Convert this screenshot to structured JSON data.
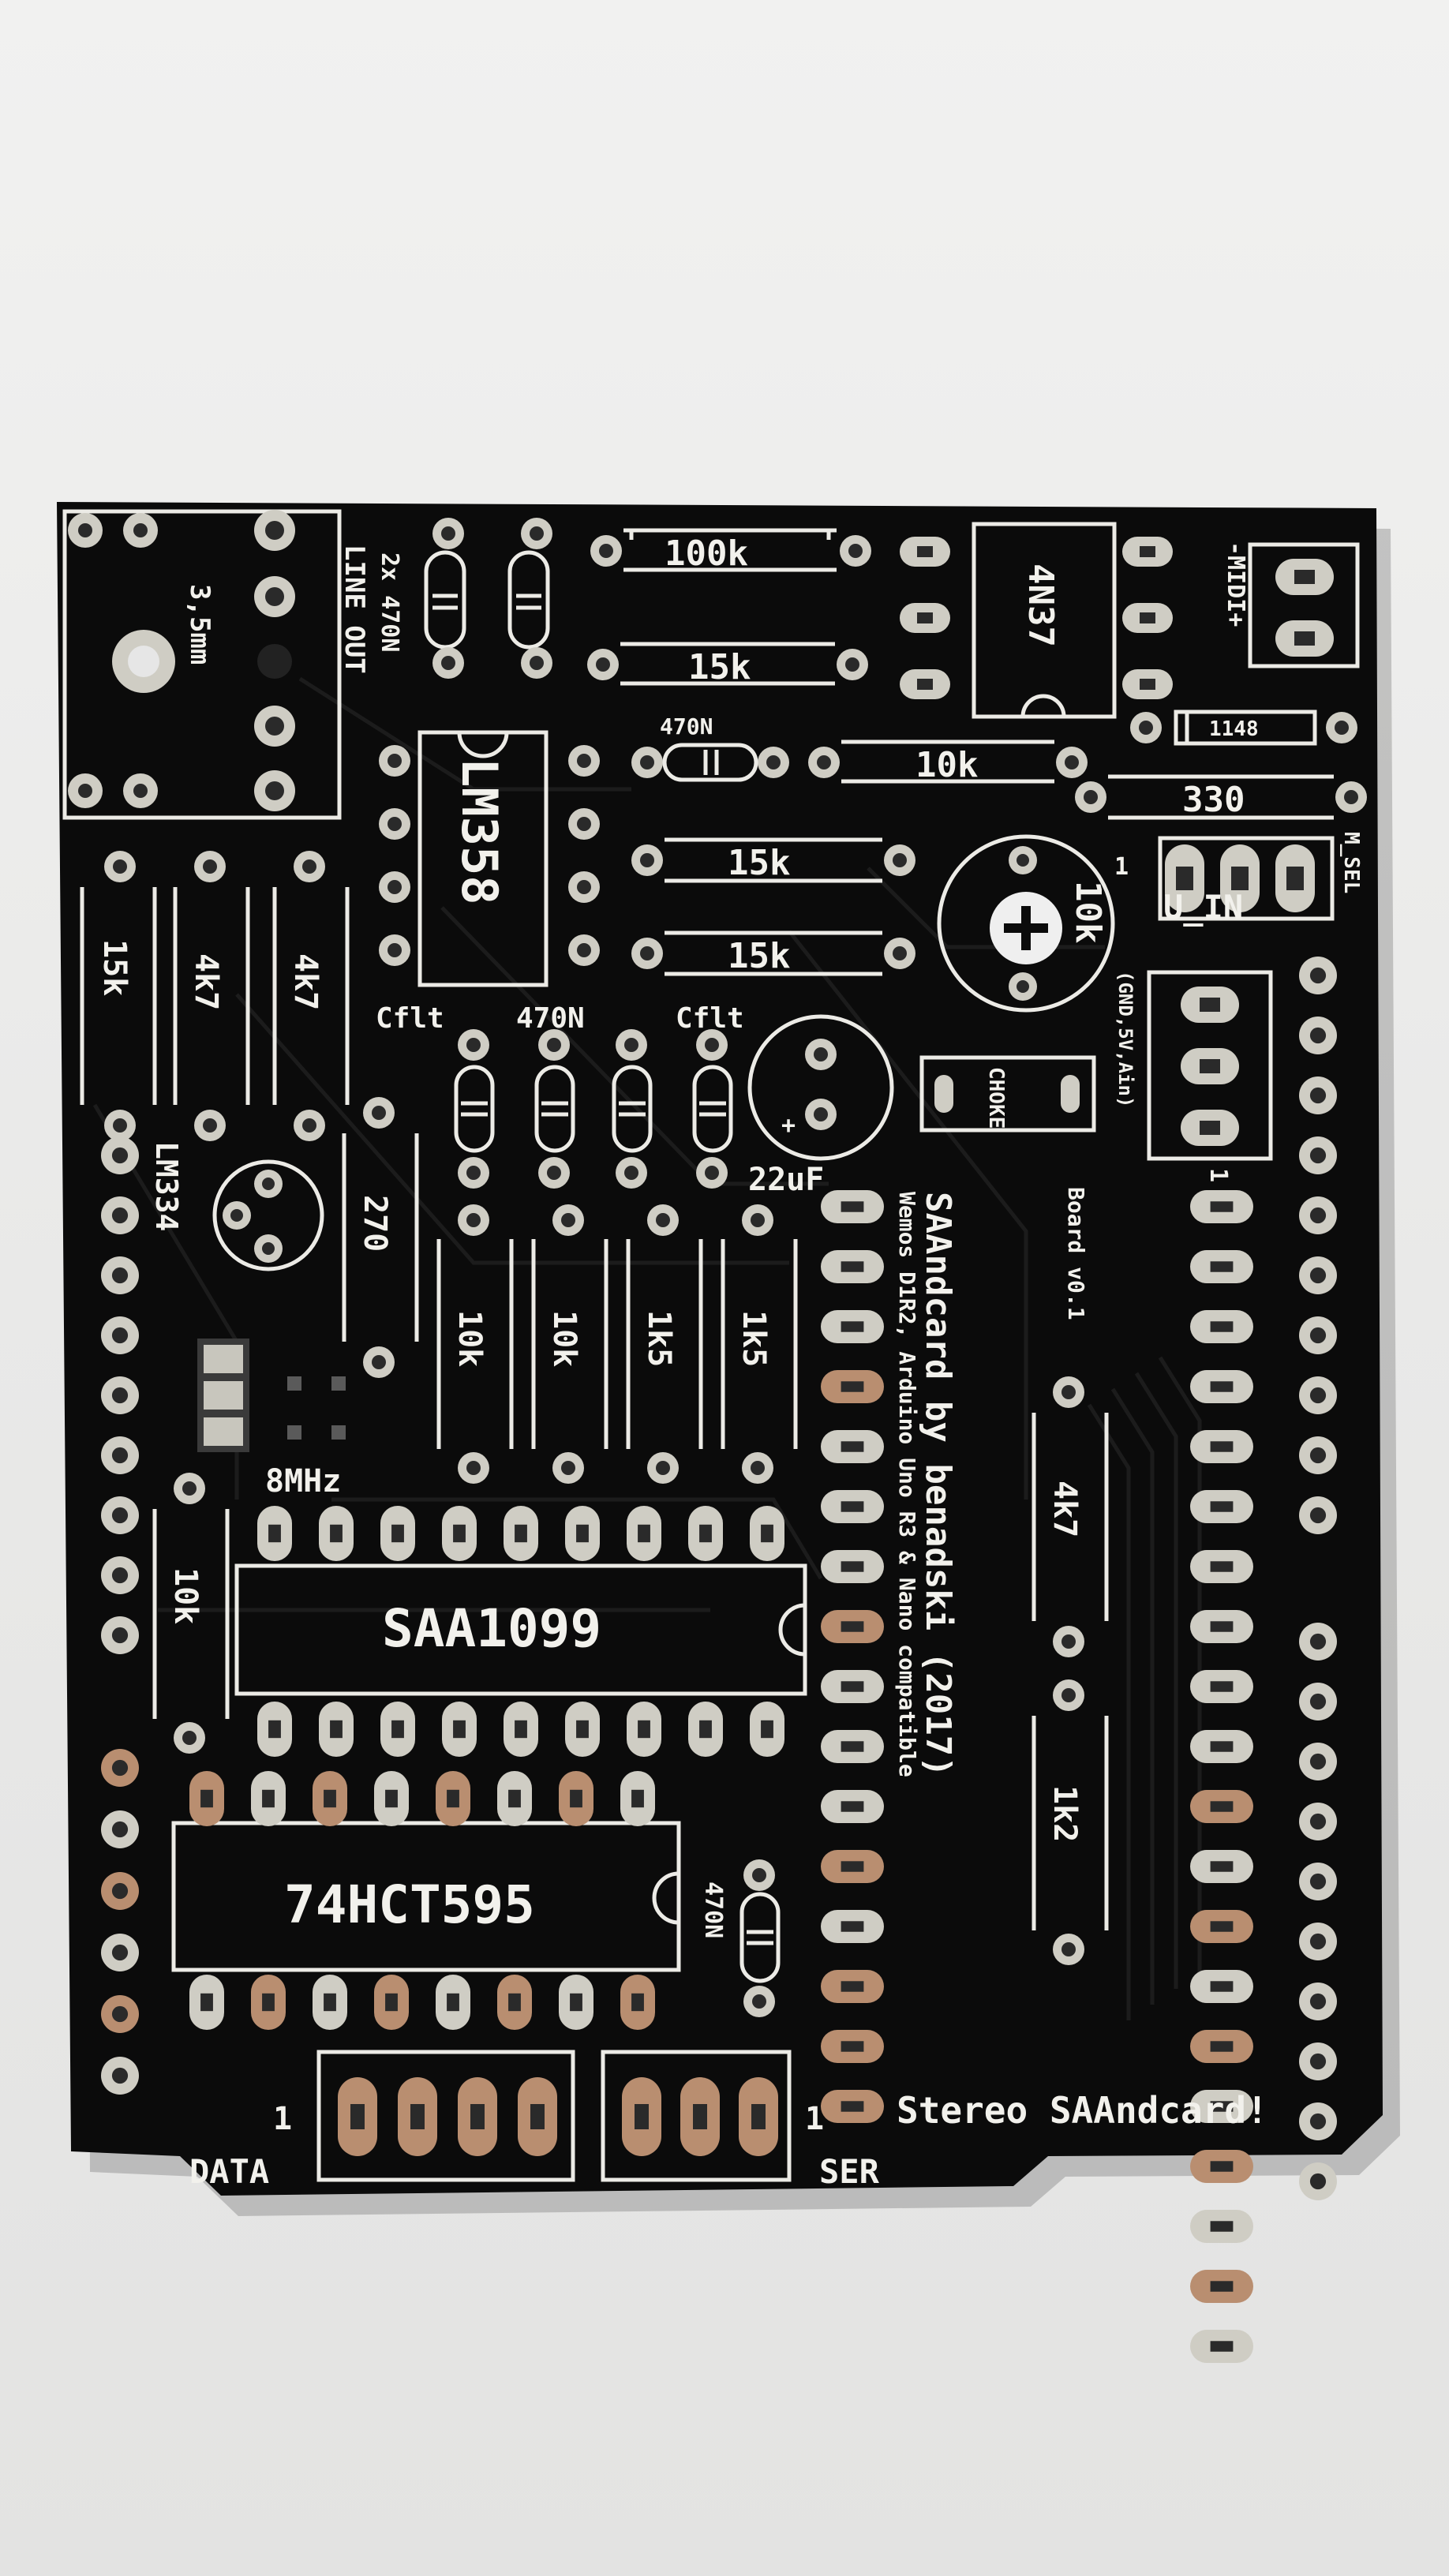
{
  "board": {
    "title": "SAAndcard by benadski (2017)",
    "subtitle_1": "Wemos D1R2, Arduino Uno R3 & Nano compatible",
    "version": "Board v0.1",
    "tagline": "Stereo SAAndcard!"
  },
  "colors": {
    "background": "#ececea",
    "pcb": "#0c0c0c",
    "silkscreen": "#ecebe6",
    "pad": "#cfcdc4",
    "copper": "#b98e70"
  },
  "labels": {
    "jack_size": "3,5mm",
    "line_out": "LINE OUT",
    "caps_2x": "2x 470N",
    "r_100k": "100k",
    "r_15k_top": "15k",
    "opto": "4N37",
    "midi": "-MIDI+",
    "cap_470n_top": "470N",
    "r_10k_top": "10k",
    "diode": "1148",
    "r_330": "330",
    "m_sel": "M_SEL",
    "one_msel": "1",
    "opamp": "LM358",
    "r_15k_a": "15k",
    "r_15k_b": "15k",
    "pot": "10k",
    "u_in": "U_IN",
    "u_in_pins": "(GND,5V,Ain)",
    "r_left_15k": "15k",
    "r_left_4k7a": "4k7",
    "r_left_4k7b": "4k7",
    "cflt_left": "Cflt",
    "cap_470n_mid": "470N",
    "cflt_right": "Cflt",
    "choke": "CHOKE",
    "cap_22uf": "22uF",
    "reg": "LM334",
    "r_270": "270",
    "r_10k_a": "10k",
    "r_10k_b": "10k",
    "r_1k5_a": "1k5",
    "r_1k5_b": "1k5",
    "xtal": "8MHz",
    "r_10k_left": "10k",
    "chip_saa": "SAA1099",
    "r_4k7_right": "4k7",
    "r_1k2": "1k2",
    "chip_hct": "74HCT595",
    "cap_470n_bottom": "470N",
    "data": "DATA",
    "data_1": "1",
    "ser": "SER",
    "ser_1": "1",
    "pin1_right": "1"
  }
}
